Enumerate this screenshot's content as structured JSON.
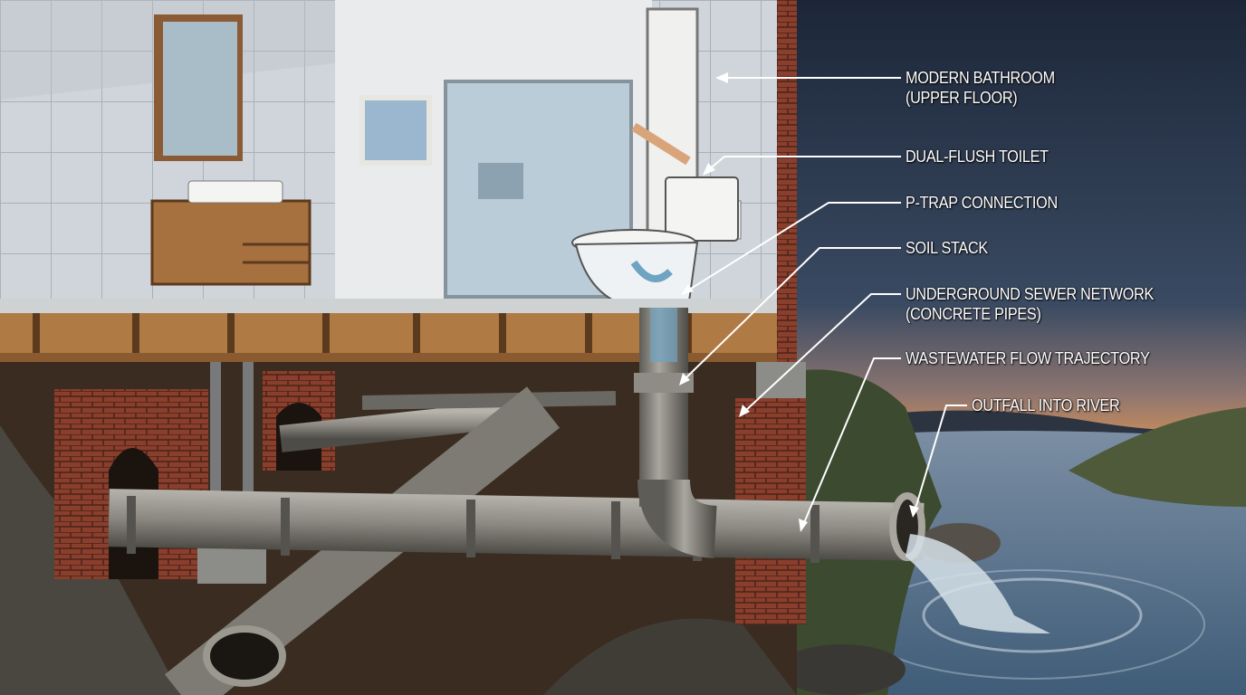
{
  "labels": {
    "bathroom": {
      "line1": "MODERN BATHROOM",
      "line2": "(UPPER FLOOR)"
    },
    "toilet": "DUAL-FLUSH TOILET",
    "ptrap": "P-TRAP CONNECTION",
    "soil_stack": "SOIL STACK",
    "sewer": {
      "line1": "UNDERGROUND SEWER NETWORK",
      "line2": "(CONCRETE PIPES)"
    },
    "flow": "WASTEWATER FLOW TRAJECTORY",
    "outfall": "OUTFALL INTO RIVER"
  },
  "colors": {
    "sky_top": "#1c2638",
    "sky_horizon": "#c48a5e",
    "tile": "#cdd3d8",
    "soil": "#3a2c20",
    "pipe": "#8a8a84",
    "brick": "#8a3e2c",
    "water": "#5b7a95"
  }
}
